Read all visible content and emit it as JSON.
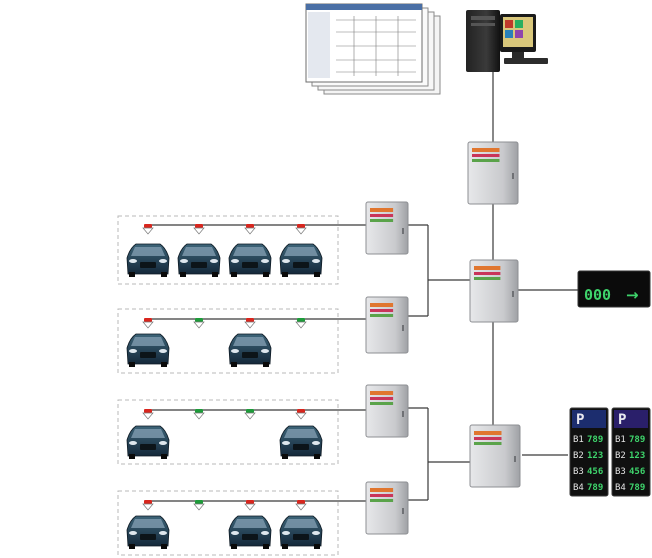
{
  "diagram": {
    "description": "Parking guidance system topology: management software + server, central controllers, node controllers, zone sensors above parking spaces, entrance guidance display and level-count displays.",
    "colors": {
      "line": "#3a3a3a",
      "zone_border": "#bdbdbd",
      "controller_body": "#cfd0d3",
      "car_body": "#1f3a4a",
      "sensor_red": "#d8261e",
      "sensor_green": "#1e9b3a",
      "display_green": "#3ed36b"
    },
    "zones": [
      {
        "id": "zone-1",
        "sensors": [
          "red",
          "red",
          "red",
          "red"
        ],
        "cars": [
          true,
          true,
          true,
          true
        ]
      },
      {
        "id": "zone-2",
        "sensors": [
          "red",
          "green",
          "red",
          "green"
        ],
        "cars": [
          true,
          false,
          true,
          false
        ]
      },
      {
        "id": "zone-3",
        "sensors": [
          "red",
          "green",
          "green",
          "red"
        ],
        "cars": [
          true,
          false,
          false,
          true
        ]
      },
      {
        "id": "zone-4",
        "sensors": [
          "red",
          "green",
          "red",
          "red"
        ],
        "cars": [
          true,
          false,
          true,
          true
        ]
      }
    ],
    "guidance_sign": {
      "header": "",
      "digits": "000",
      "arrow": "→"
    },
    "level_displays": [
      {
        "header": "P",
        "rows": [
          {
            "level": "B1",
            "count": "789"
          },
          {
            "level": "B2",
            "count": "123"
          },
          {
            "level": "B3",
            "count": "456"
          },
          {
            "level": "B4",
            "count": "789"
          }
        ]
      },
      {
        "header": "P",
        "rows": [
          {
            "level": "B1",
            "count": "789"
          },
          {
            "level": "B2",
            "count": "123"
          },
          {
            "level": "B3",
            "count": "456"
          },
          {
            "level": "B4",
            "count": "789"
          }
        ]
      }
    ]
  }
}
